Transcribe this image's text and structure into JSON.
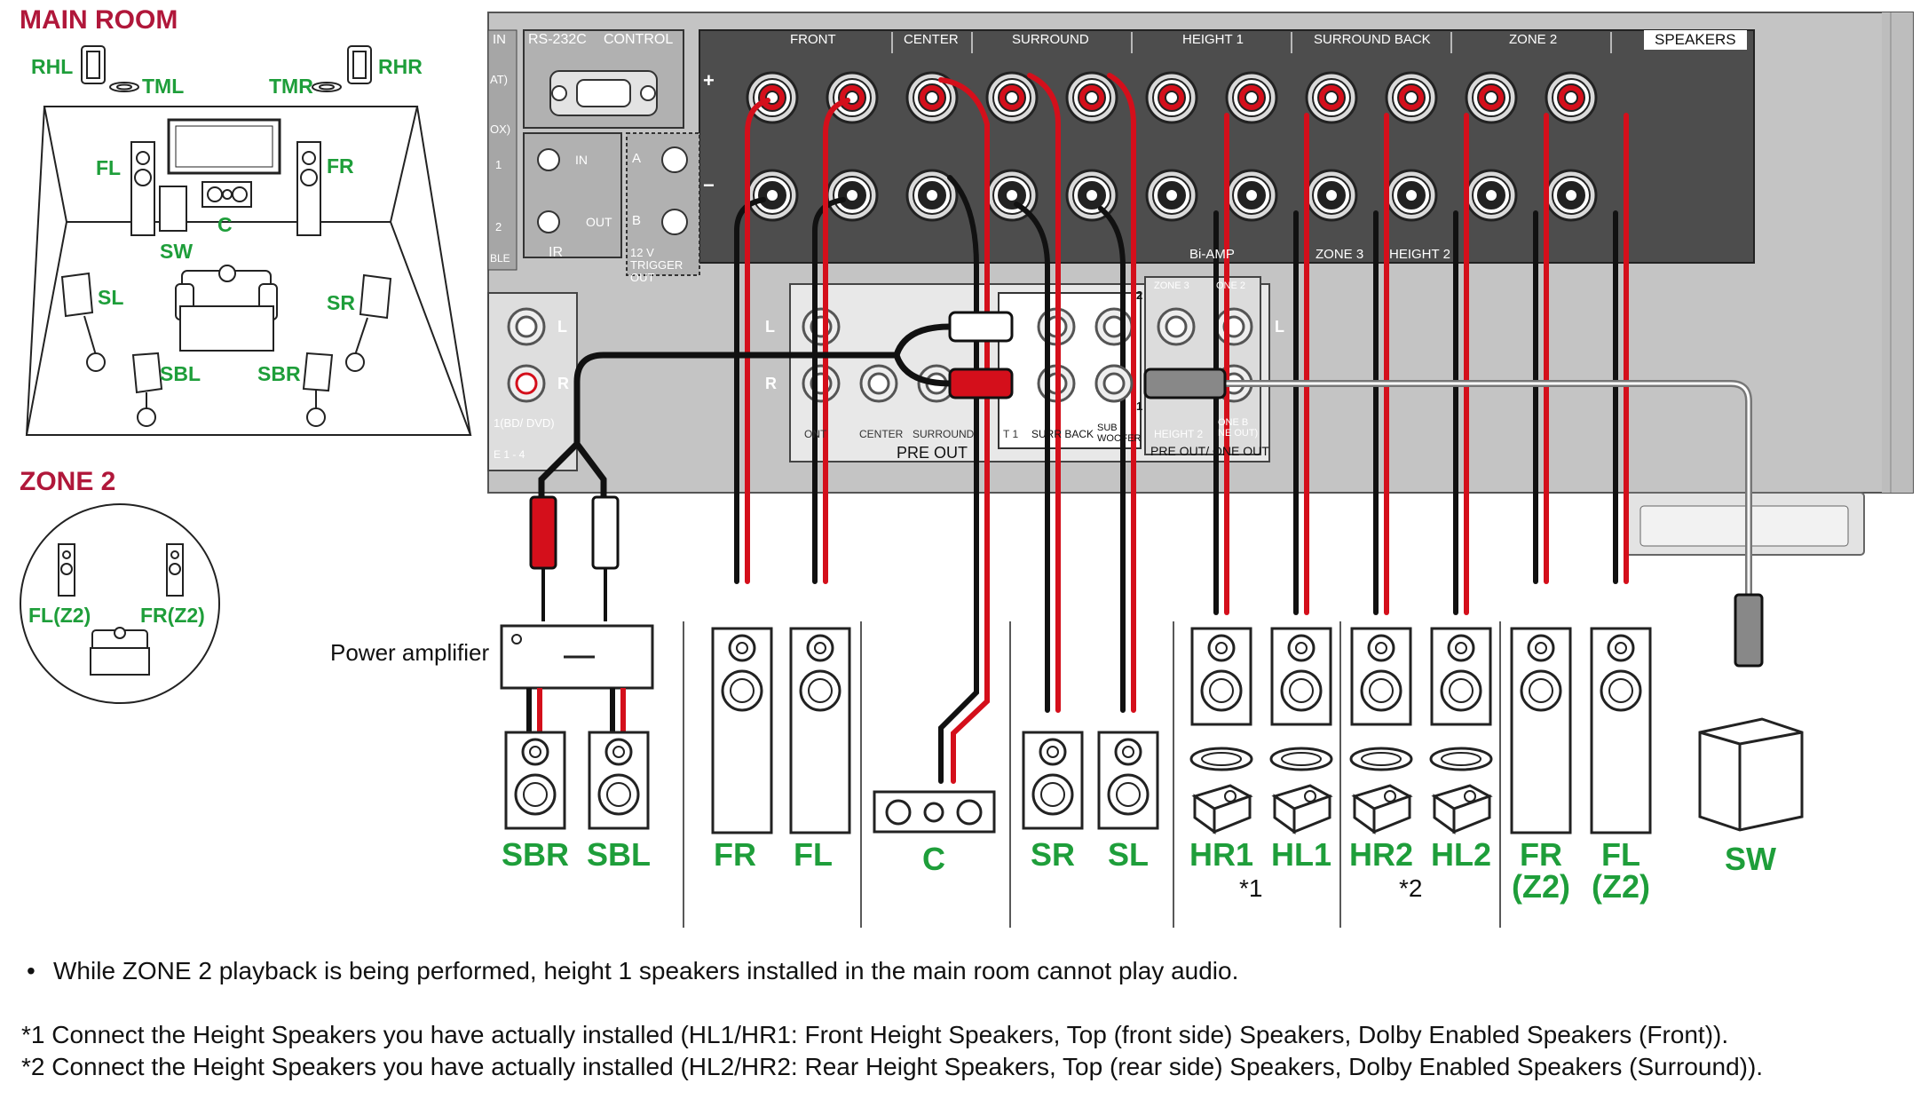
{
  "main_room": {
    "title": "MAIN ROOM",
    "labels": {
      "rhl": "RHL",
      "tml": "TML",
      "tmr": "TMR",
      "rhr": "RHR",
      "fl": "FL",
      "fr": "FR",
      "c": "C",
      "sw": "SW",
      "sl": "SL",
      "sr": "SR",
      "sbl": "SBL",
      "sbr": "SBR"
    }
  },
  "zone2": {
    "title": "ZONE 2",
    "labels": {
      "fl": "FL(Z2)",
      "fr": "FR(Z2)"
    }
  },
  "receiver": {
    "speakers_header": "SPEAKERS",
    "groups": [
      "FRONT",
      "CENTER",
      "SURROUND",
      "HEIGHT 1",
      "SURROUND BACK",
      "ZONE 2"
    ],
    "plus": "+",
    "minus": "−",
    "control": "CONTROL",
    "rs232c": "RS-232C",
    "in": "IN",
    "out": "OUT",
    "ir": "IR",
    "trigger": "12 V TRIGGER OUT",
    "trig_a": "A",
    "trig_b": "B",
    "biamp": "Bi-AMP",
    "zone3": "ZONE 3",
    "height2": "HEIGHT 2",
    "side_in": "IN",
    "side_at": "AT)",
    "side_ox": "OX)",
    "side_1": "1",
    "side_2": "2",
    "side_ble": "BLE",
    "bd_dvd": "1(BD/ DVD)",
    "e14": "E 1 - 4",
    "preout": "PRE OUT",
    "preout_zone": "PRE OUT/ ONE OUT",
    "l": "L",
    "r": "R",
    "pre_labels": [
      "ONT",
      "CENTER",
      "SURROUND",
      "T 1",
      "SURR BACK",
      "SUB -WOOFER",
      "HEIGHT 2",
      "ONE B NE OUT)"
    ],
    "zone3_small": "ZONE 3",
    "zone2_small": "ONE 2",
    "jack_num_1": "1",
    "jack_num_2": "2"
  },
  "power_amplifier": "Power amplifier",
  "speakers": [
    {
      "label": "SBR"
    },
    {
      "label": "SBL"
    },
    {
      "label": "FR"
    },
    {
      "label": "FL"
    },
    {
      "label": "C"
    },
    {
      "label": "SR"
    },
    {
      "label": "SL"
    },
    {
      "label": "HR1"
    },
    {
      "label": "HL1"
    },
    {
      "label": "HR2"
    },
    {
      "label": "HL2"
    },
    {
      "label": "FR (Z2)"
    },
    {
      "label": "FL (Z2)"
    },
    {
      "label": "SW"
    }
  ],
  "footnote_marks": {
    "a": "*1",
    "b": "*2"
  },
  "notes": {
    "bullet": "•",
    "zone2_note": "While ZONE 2 playback is being performed, height 1 speakers installed in the main room cannot play audio.",
    "fn1": "*1 Connect the Height Speakers you have actually installed (HL1/HR1: Front Height Speakers, Top (front side) Speakers, Dolby Enabled Speakers (Front)).",
    "fn2": "*2 Connect the Height Speakers you have actually installed (HL2/HR2: Rear Height Speakers, Top (rear side) Speakers, Dolby Enabled Speakers (Surround))."
  },
  "colors": {
    "red": "#d40f1b",
    "green": "#1e9e3a",
    "title": "#b0173a",
    "panel": "#b4b4b4",
    "panel_dark": "#6f6f6f"
  }
}
